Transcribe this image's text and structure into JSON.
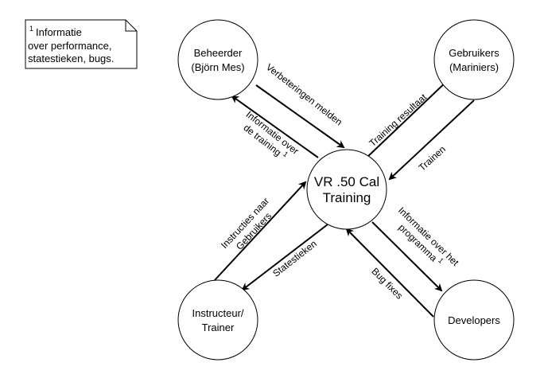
{
  "note": {
    "marker": "1",
    "lines": [
      "Informatie",
      "over performance,",
      "statestieken, bugs."
    ]
  },
  "nodes": {
    "center": {
      "lines": [
        "VR .50 Cal",
        "Training"
      ]
    },
    "beheerder": {
      "lines": [
        "Beheerder",
        "(Björn Mes)"
      ]
    },
    "gebruikers": {
      "lines": [
        "Gebruikers",
        "(Mariniers)"
      ]
    },
    "instructeur": {
      "lines": [
        "Instructeur/",
        "Trainer"
      ]
    },
    "developers": {
      "lines": [
        "Developers"
      ]
    }
  },
  "edges": {
    "verbeteringen": {
      "lines": [
        "Verbeteringen melden"
      ]
    },
    "informatie_training": {
      "lines": [
        "Informatie over",
        "de training"
      ],
      "sup": "1"
    },
    "training_resultaat": {
      "lines": [
        "Training resultaat"
      ]
    },
    "trainen": {
      "lines": [
        "Trainen"
      ]
    },
    "instructies": {
      "lines": [
        "Instructies naar",
        "Gebruikers"
      ]
    },
    "statestieken": {
      "lines": [
        "Statestieken"
      ]
    },
    "informatie_programma": {
      "lines": [
        "Informatie over het",
        "programma"
      ],
      "sup": "1"
    },
    "bug_fixes": {
      "lines": [
        "Bug fixes"
      ]
    }
  },
  "colors": {
    "stroke": "#000000",
    "fill": "#ffffff",
    "text": "#000000"
  }
}
